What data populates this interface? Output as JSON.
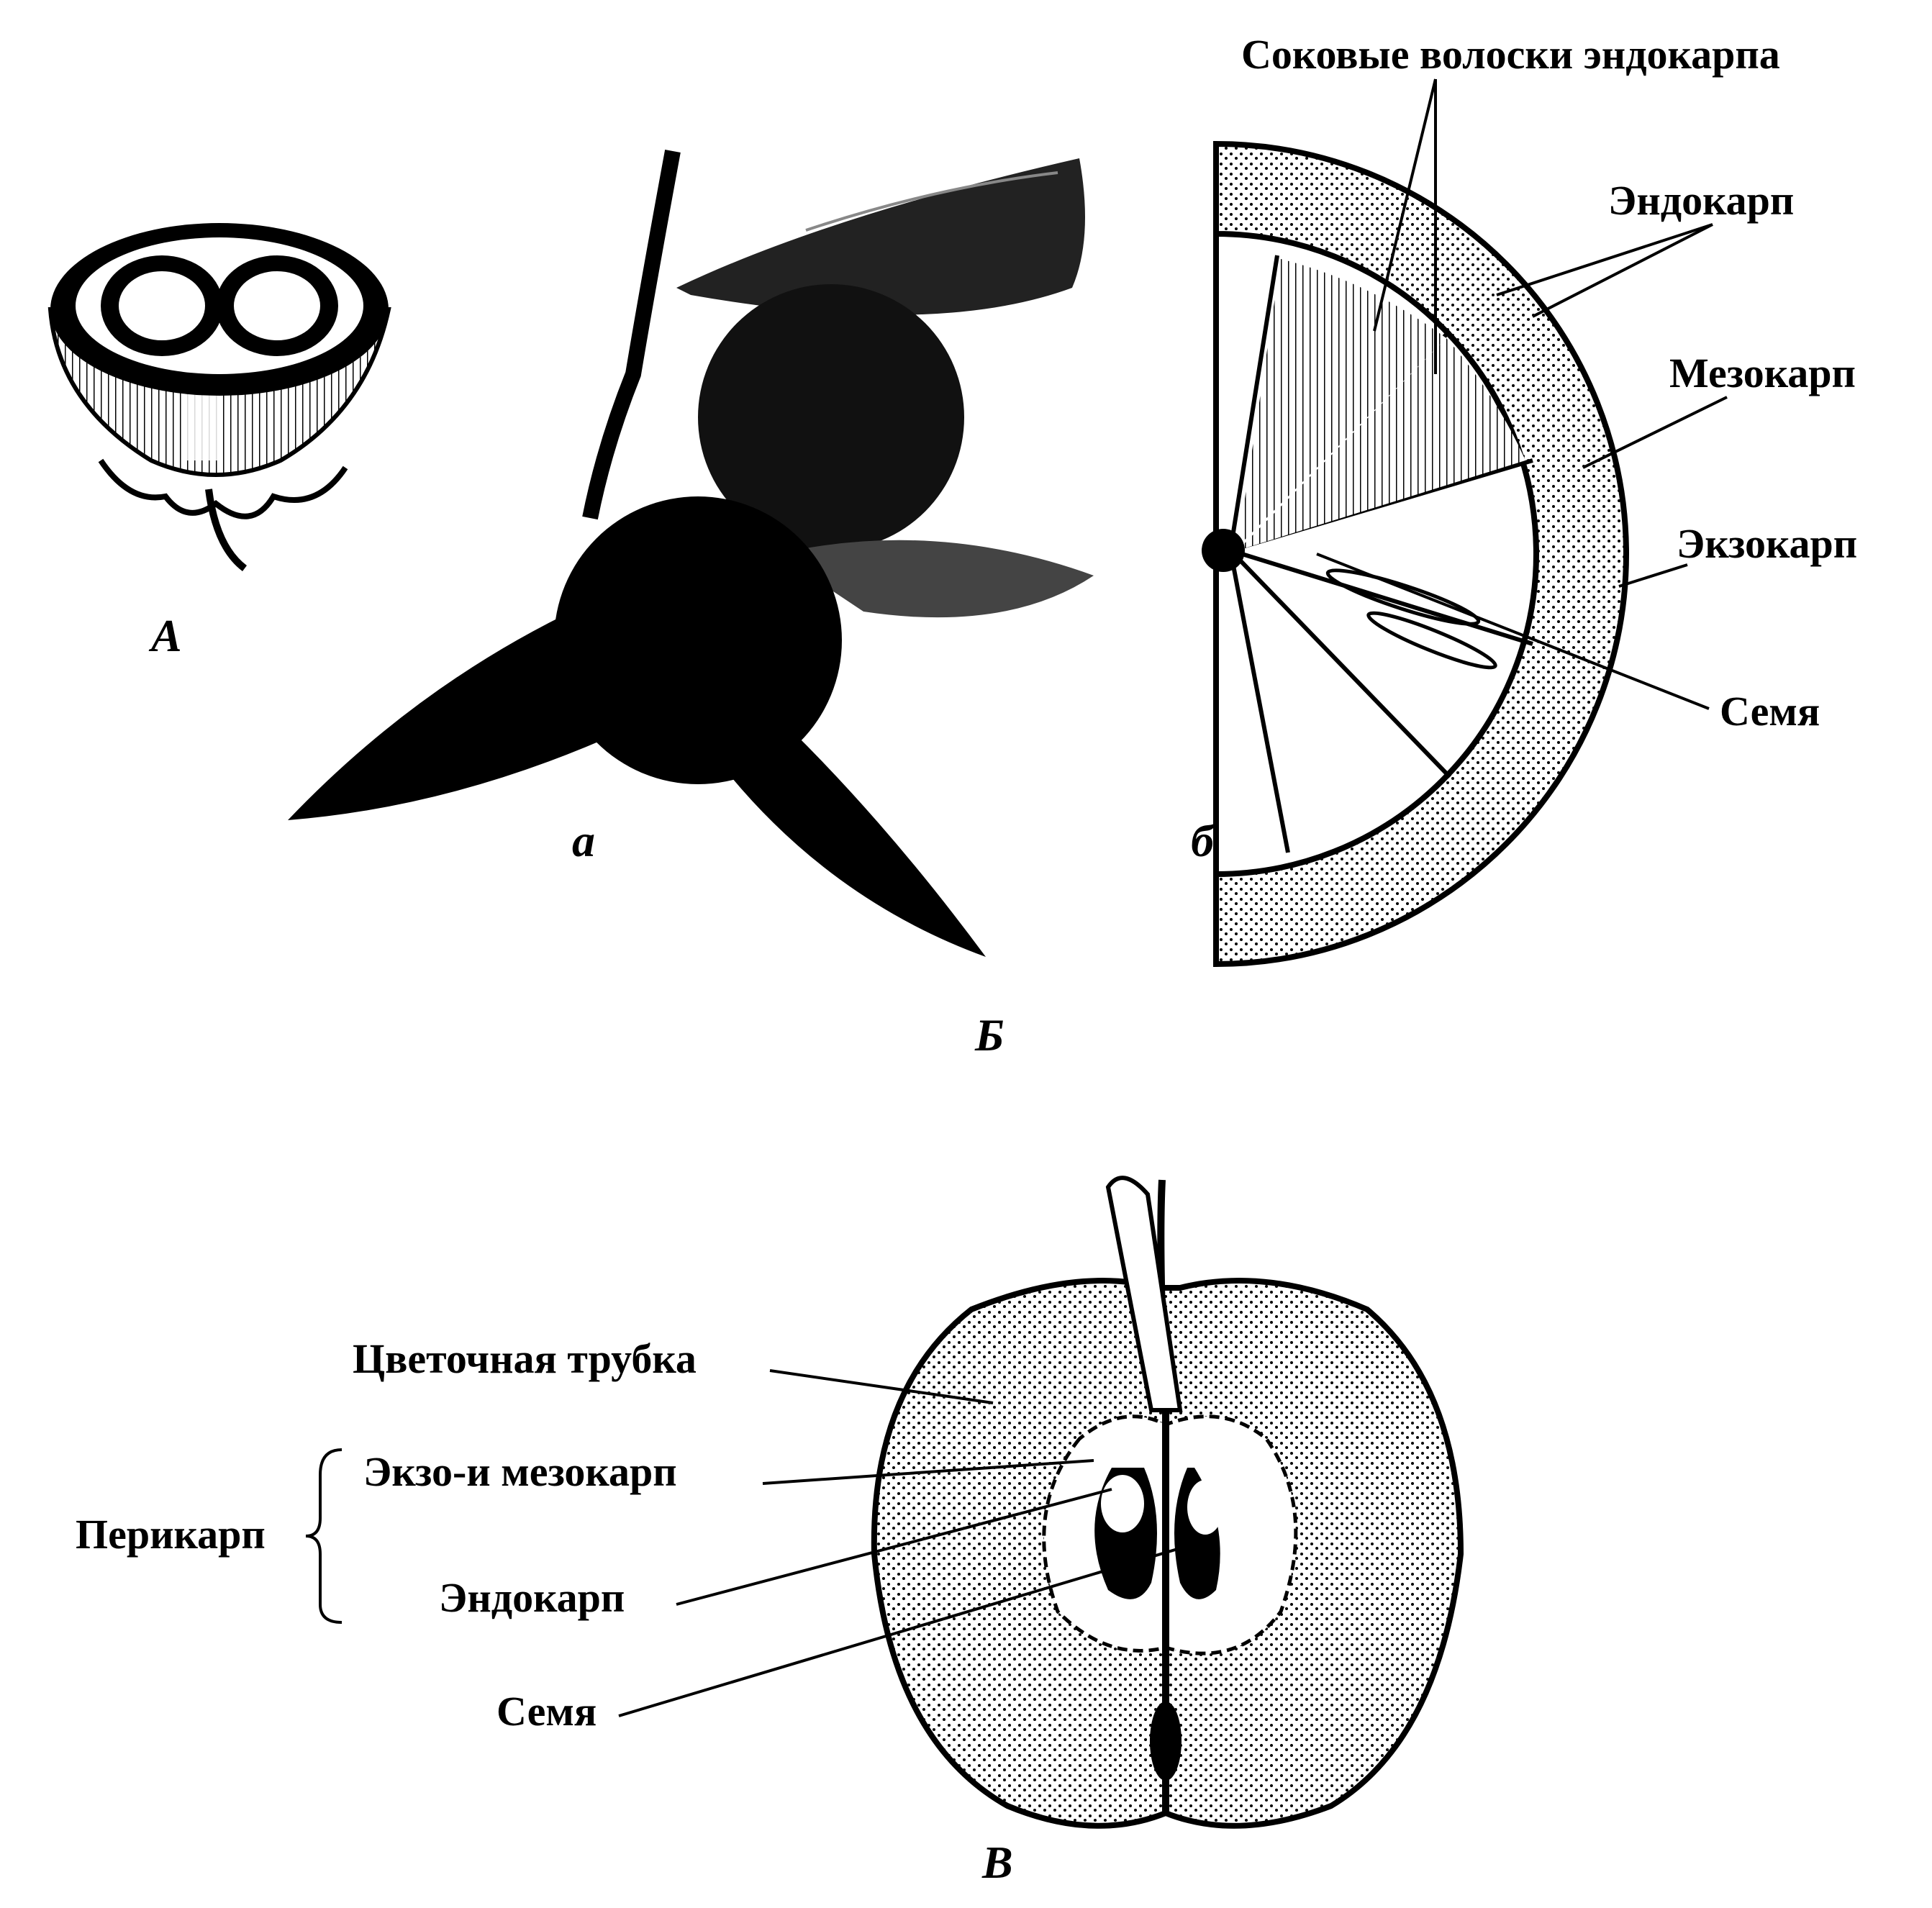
{
  "figure": {
    "panel_A": {
      "letter": "А"
    },
    "panel_B": {
      "letter": "Б",
      "sub_a": "а",
      "sub_b": "б",
      "labels": {
        "juice_hairs": "Соковые волоски эндокарпа",
        "endocarp": "Эндокарп",
        "mesocarp": "Мезокарп",
        "exocarp": "Экзокарп",
        "seed": "Семя"
      }
    },
    "panel_V": {
      "letter": "В",
      "labels": {
        "flower_tube": "Цветочная трубка",
        "exo_meso": "Экзо-и мезокарп",
        "pericarp": "Перикарп",
        "endocarp": "Эндокарп",
        "seed": "Семя"
      }
    }
  },
  "colors": {
    "ink": "#000000",
    "paper": "#ffffff",
    "shade": "#555555"
  }
}
